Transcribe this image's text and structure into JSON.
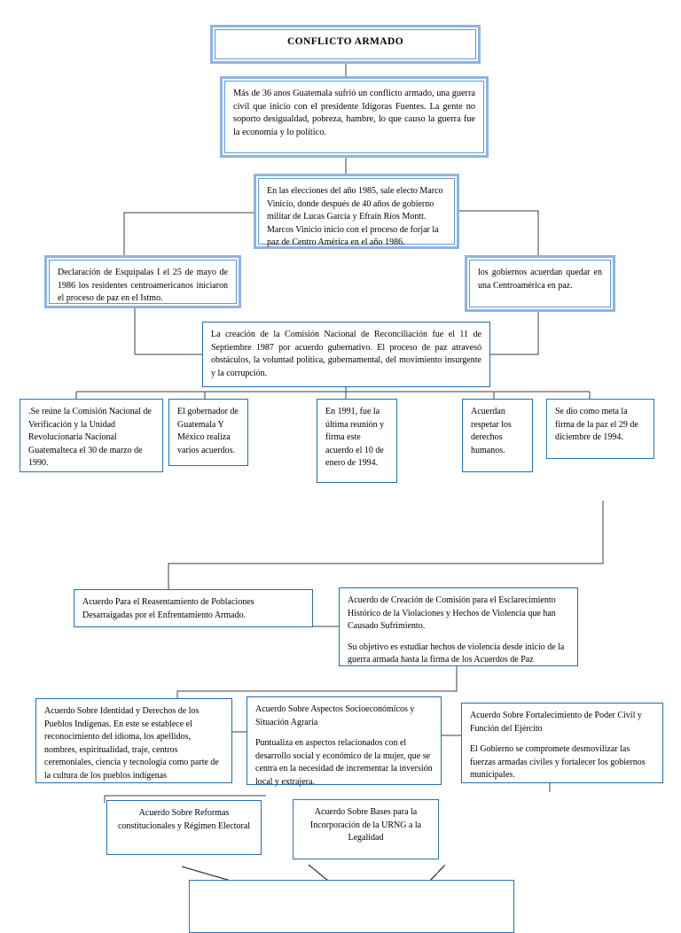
{
  "document": {
    "title": "CONFLICTO ARMADO",
    "type": "flowchart",
    "accent_color": "#2e74b5",
    "frame_color": "#8eb4e3",
    "connector_color": "#404040",
    "background": "#ffffff"
  },
  "nodes": {
    "title_box": {
      "label": "CONFLICTO ARMADO"
    },
    "intro_box": {
      "text": "Más de 36 anos Guatemala sufrió un conflicto armado, una guerra civil que inicio con el presidente Idígoras Fuentes. La gente no soporto desigualdad, pobreza, hambre, lo que causo la guerra fue la economía y lo político."
    },
    "elections_box": {
      "text": "En las elecciones del año 1985, sale electo Marco Vinicio, donde después de 40 años de gobierno militar de  Lucas García y Efraín Ríos Montt.  Marcos Vinicio inicio con el proceso de forjar la paz de Centro América en el año 1986."
    },
    "esquipulas_box": {
      "text": "Declaración de Esquípalas I el 25 de mayo de 1986 los residentes centroamericanos iniciaron el proceso de paz en el Istmo."
    },
    "gobiernos_box": {
      "text": "los gobiernos acuerdan quedar en una Centroamérica en paz."
    },
    "reconciliacion_box": {
      "text": "La creación de la Comisión Nacional de Reconciliación fue el 11 de Septiembre 1987 por acuerdo gubernativo. El proceso de paz atravesó obstáculos, la voluntad política, gubernamental, del movimiento insurgente y la corrupción."
    },
    "verificacion_box": {
      "text": ".Se reúne la Comisión Nacional de Verificación  y la Unidad Revolucionaria  Nacional Guatemalteca el 30 de marzo de 1990."
    },
    "gobernador_box": {
      "text": "El gobernador de Guatemala  Y México realiza varios acuerdos."
    },
    "reunion1991_box": {
      "text": "En 1991, fue la última reunión y firma este acuerdo el 10 de enero de 1994."
    },
    "derechos_box": {
      "text": "Acuerdan respetar los derechos humanos."
    },
    "meta_box": {
      "text": "Se dio como meta la firma de la paz el 29 de diciembre de 1994."
    },
    "reasentamiento_box": {
      "text": "Acuerdo Para el Reasentamiento de Poblaciones Desarraigadas por el Enfrentamiento Armado."
    },
    "esclarecimiento_box": {
      "text": "Acuerdo de Creación de Comisión para el Esclarecimiento Histórico de la Violaciones y Hechos de Violencia que han Causado Sufrimiento.",
      "text2": "Su objetivo es estudiar hechos de violencia desde inicio de la guerra armada hasta la firma de los Acuerdos de Paz"
    },
    "indigenas_box": {
      "text": "Acuerdo Sobre Identidad y Derechos de los Pueblos Indígenas. En este se establece el reconocimiento del idioma, los apellidos, nombres, espiritualidad, traje, centros ceremoniales, ciencia y tecnología como parte de la cultura de los pueblos indígenas"
    },
    "socioeconomicos_box": {
      "text": "Acuerdo Sobre Aspectos Socioeconómicos y Situación Agraria",
      "text2": "Puntualiza en aspectos relacionados con el desarrollo social y económico de la mujer, que se centra en la necesidad de incrementar la inversión local y extrajera."
    },
    "poder_civil_box": {
      "text": "Acuerdo  Sobre Fortalecimiento de Poder Civil y Función del Ejército",
      "text2": "El Gobierno se compromete desmovilizar las fuerzas armadas civiles y fortalecer los gobiernos municipales."
    },
    "reformas_box": {
      "text": "Acuerdo Sobre Reformas constitucionales y Régimen Electoral"
    },
    "urng_box": {
      "text": "Acuerdo Sobre Bases para la Incorporación de la URNG a la Legalidad"
    },
    "bottom_box": {
      "text": ""
    }
  }
}
